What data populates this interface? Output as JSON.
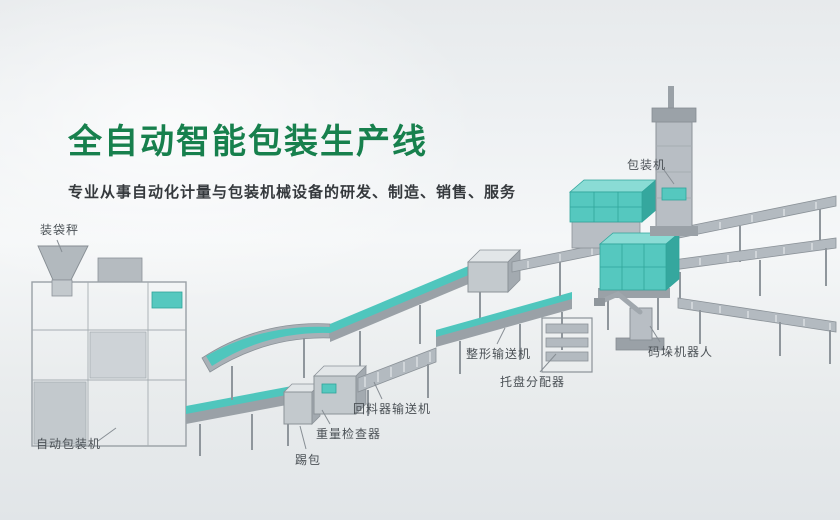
{
  "hero": {
    "title": "全自动智能包装生产线",
    "subtitle": "专业从事自动化计量与包装机械设备的研发、制造、销售、服务"
  },
  "colors": {
    "title": "#17804d",
    "belt": "#4fc6bd",
    "label_text": "#4b5156"
  },
  "callouts": [
    {
      "id": "bagging-scale",
      "label": "装袋秤"
    },
    {
      "id": "packing-machine",
      "label": "包装机"
    },
    {
      "id": "shaping-conveyor",
      "label": "整形输送机"
    },
    {
      "id": "palletizing-robot",
      "label": "码垛机器人"
    },
    {
      "id": "pallet-distributor",
      "label": "托盘分配器"
    },
    {
      "id": "return-feeder-conveyor",
      "label": "回料器输送机"
    },
    {
      "id": "weight-checker",
      "label": "重量检查器"
    },
    {
      "id": "kick-bag",
      "label": "踢包"
    },
    {
      "id": "auto-packing-machine",
      "label": "自动包装机"
    }
  ]
}
